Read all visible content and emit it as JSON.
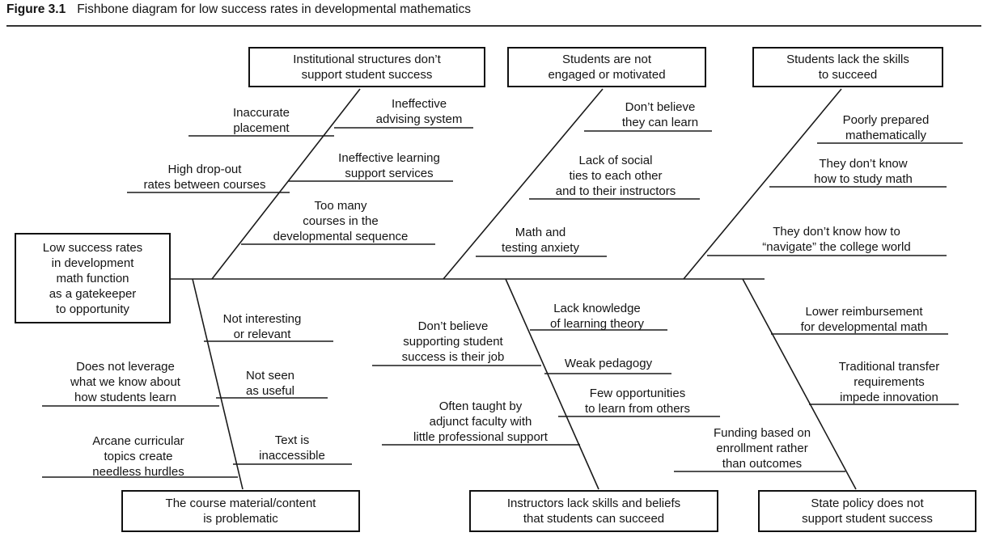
{
  "figure": {
    "number": "Figure 3.1",
    "title": "Fishbone diagram for low success rates in developmental mathematics"
  },
  "problem": "Low success rates\nin development\nmath function\nas a gatekeeper\nto opportunity",
  "categories": {
    "institutional": "Institutional structures don’t\nsupport student success",
    "engagement": "Students are not\nengaged or motivated",
    "skills": "Students lack the skills\nto succeed",
    "content": "The course material/content\nis problematic",
    "instructors": "Instructors lack skills and beliefs\nthat students can succeed",
    "policy": "State policy does not\nsupport student success"
  },
  "causes": {
    "institutional": [
      "Inaccurate\nplacement",
      "Ineffective\nadvising system",
      "High drop-out\nrates between courses",
      "Ineffective learning\nsupport services",
      "Too many\ncourses in the\ndevelopmental sequence"
    ],
    "engagement": [
      "Don’t believe\nthey can learn",
      "Lack of social\nties to each other\nand to their instructors",
      "Math and\ntesting anxiety"
    ],
    "skills": [
      "Poorly prepared\nmathematically",
      "They don’t know\nhow to study math",
      "They don’t know how to\n“navigate” the college world"
    ],
    "content": [
      "Not interesting\nor relevant",
      "Does not leverage\nwhat we know about\nhow students learn",
      "Not seen\nas useful",
      "Arcane curricular\ntopics create\nneedless hurdles",
      "Text is\ninaccessible"
    ],
    "instructors": [
      "Lack knowledge\nof learning theory",
      "Don’t believe\nsupporting student\nsuccess is their job",
      "Weak pedagogy",
      "Few opportunities\nto learn from others",
      "Often taught by\nadjunct faculty with\nlittle professional support"
    ],
    "policy": [
      "Lower reimbursement\nfor developmental math",
      "Traditional transfer\nrequirements\nimpede innovation",
      "Funding based on\nenrollment rather\nthan outcomes"
    ]
  }
}
